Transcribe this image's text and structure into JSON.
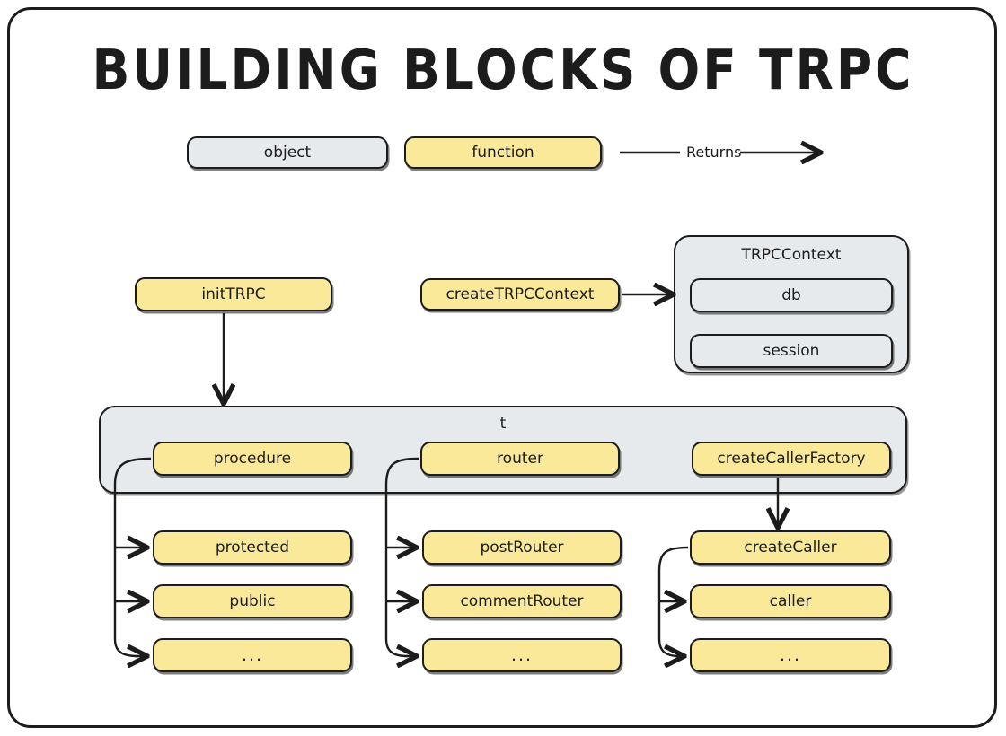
{
  "page": {
    "title": "BUILDING BLOCKS OF TRPC",
    "background": "#ffffff",
    "stroke_color": "#1c1c1c",
    "function_color": "#fbe99a",
    "object_color": "#e7eaed"
  },
  "legend": {
    "object_label": "object",
    "function_label": "function",
    "arrow_label": "Returns"
  },
  "nodes": {
    "init_trpc": "initTRPC",
    "create_trpc_context": "createTRPCContext",
    "trpc_context_group": "TRPCContext",
    "db": "db",
    "session": "session",
    "t_group": "t",
    "procedure": "procedure",
    "router": "router",
    "create_caller_factory": "createCallerFactory",
    "protected": "protected",
    "public": "public",
    "procedure_more": "...",
    "post_router": "postRouter",
    "comment_router": "commentRouter",
    "router_more": "...",
    "create_caller": "createCaller",
    "caller": "caller",
    "caller_more": "..."
  },
  "diagram_structure": {
    "type": "flow-diagram",
    "edges": [
      {
        "from": "initTRPC",
        "to": "t",
        "label": "Returns"
      },
      {
        "from": "createTRPCContext",
        "to": "TRPCContext",
        "label": "Returns"
      },
      {
        "from": "procedure",
        "to": "protected",
        "label": "Returns"
      },
      {
        "from": "procedure",
        "to": "public",
        "label": "Returns"
      },
      {
        "from": "procedure",
        "to": "...",
        "label": "Returns"
      },
      {
        "from": "router",
        "to": "postRouter",
        "label": "Returns"
      },
      {
        "from": "router",
        "to": "commentRouter",
        "label": "Returns"
      },
      {
        "from": "router",
        "to": "...",
        "label": "Returns"
      },
      {
        "from": "createCallerFactory",
        "to": "createCaller",
        "label": "Returns"
      },
      {
        "from": "createCaller",
        "to": "caller",
        "label": "Returns"
      },
      {
        "from": "createCaller",
        "to": "...",
        "label": "Returns"
      }
    ],
    "containers": [
      {
        "name": "TRPCContext",
        "kind": "object",
        "children": [
          "db",
          "session"
        ]
      },
      {
        "name": "t",
        "kind": "object",
        "children": [
          "procedure",
          "router",
          "createCallerFactory"
        ]
      }
    ]
  }
}
